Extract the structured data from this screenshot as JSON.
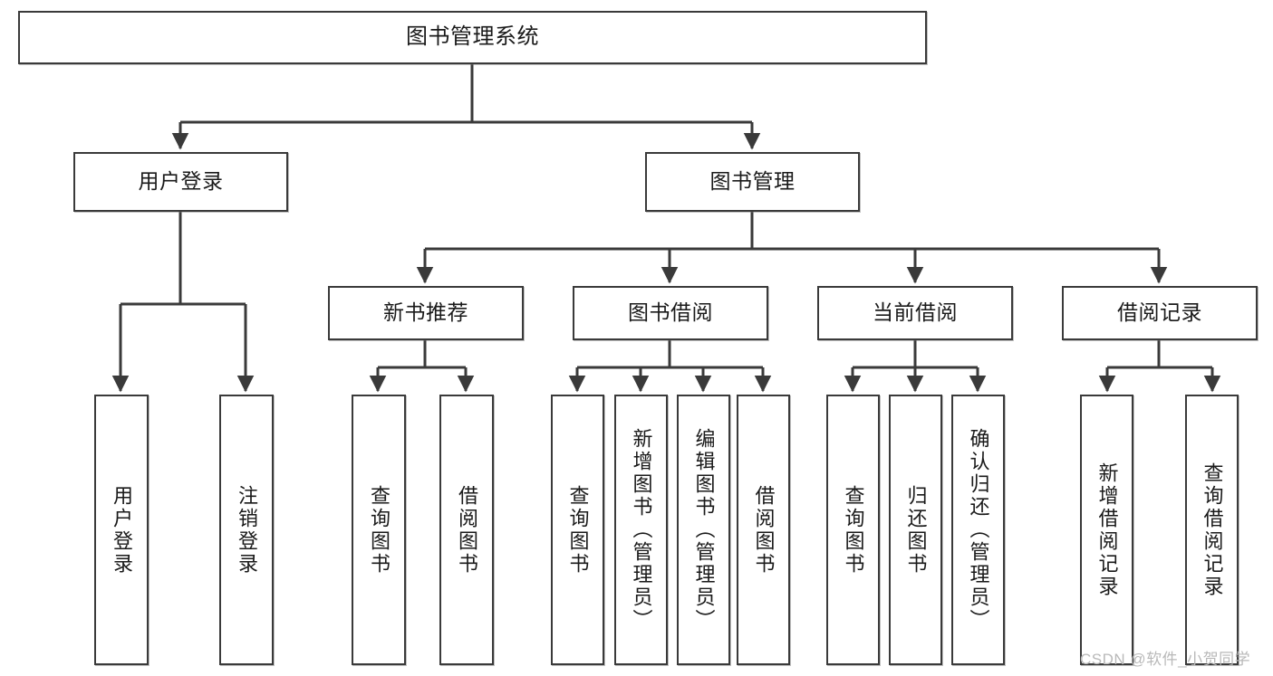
{
  "diagram": {
    "title_node": {
      "label": "图书管理系统"
    },
    "level2": [
      {
        "id": "user-login",
        "label": "用户登录"
      },
      {
        "id": "book-manage",
        "label": "图书管理"
      }
    ],
    "level3": [
      {
        "id": "new-book-recommend",
        "label": "新书推荐"
      },
      {
        "id": "book-borrow",
        "label": "图书借阅"
      },
      {
        "id": "current-borrow",
        "label": "当前借阅"
      },
      {
        "id": "borrow-record",
        "label": "借阅记录"
      }
    ],
    "leaves": [
      {
        "id": "leaf-user-login",
        "label": "用户登录"
      },
      {
        "id": "leaf-logout-login",
        "label": "注销登录"
      },
      {
        "id": "leaf-query-book-1",
        "label": "查询图书"
      },
      {
        "id": "leaf-borrow-book-1",
        "label": "借阅图书"
      },
      {
        "id": "leaf-query-book-2",
        "label": "查询图书"
      },
      {
        "id": "leaf-add-book",
        "label": "新增图书（管理员）"
      },
      {
        "id": "leaf-edit-book",
        "label": "编辑图书（管理员）"
      },
      {
        "id": "leaf-borrow-book-2",
        "label": "借阅图书"
      },
      {
        "id": "leaf-query-book-3",
        "label": "查询图书"
      },
      {
        "id": "leaf-return-book",
        "label": "归还图书"
      },
      {
        "id": "leaf-confirm-return",
        "label": "确认归还（管理员）"
      },
      {
        "id": "leaf-add-record",
        "label": "新增借阅记录"
      },
      {
        "id": "leaf-query-record",
        "label": "查询借阅记录"
      }
    ]
  },
  "watermark": {
    "text": "CSDN @软件_小贺同学"
  },
  "colors": {
    "border": "#3a3a3a",
    "background": "#ffffff",
    "text": "#1a1a1a",
    "watermark": "#b9b9b9"
  }
}
